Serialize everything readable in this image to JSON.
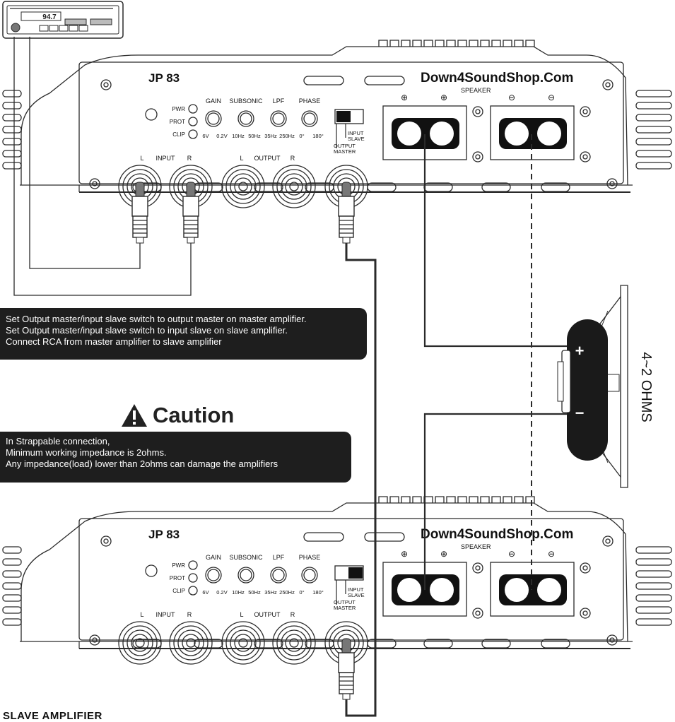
{
  "head_unit": {
    "display": "94.7"
  },
  "amplifiers": [
    {
      "model": "JP 83",
      "brand": "Down4SoundShop.Com",
      "speaker_label": "SPEAKER",
      "leds": [
        "PWR",
        "PROT",
        "CLIP"
      ],
      "knobs": [
        {
          "name": "GAIN",
          "min": "6V",
          "max": "0.2V"
        },
        {
          "name": "SUBSONIC",
          "min": "10Hz",
          "max": "50Hz"
        },
        {
          "name": "LPF",
          "min": "35Hz",
          "max": "250Hz"
        },
        {
          "name": "PHASE",
          "min": "0°",
          "max": "180°"
        }
      ],
      "switch_labels": [
        "INPUT",
        "SLAVE",
        "OUTPUT",
        "MASTER"
      ],
      "switch_position": "OUTPUT MASTER",
      "input_label": "INPUT",
      "output_label": "OUTPUT",
      "channel_left": "L",
      "channel_right": "R",
      "pos_symbol": "⊕",
      "neg_symbol": "⊖"
    },
    {
      "model": "JP 83",
      "brand": "Down4SoundShop.Com",
      "speaker_label": "SPEAKER",
      "leds": [
        "PWR",
        "PROT",
        "CLIP"
      ],
      "knobs": [
        {
          "name": "GAIN",
          "min": "6V",
          "max": "0.2V"
        },
        {
          "name": "SUBSONIC",
          "min": "10Hz",
          "max": "50Hz"
        },
        {
          "name": "LPF",
          "min": "35Hz",
          "max": "250Hz"
        },
        {
          "name": "PHASE",
          "min": "0°",
          "max": "180°"
        }
      ],
      "switch_labels": [
        "INPUT",
        "SLAVE",
        "OUTPUT",
        "MASTER"
      ],
      "switch_position": "INPUT SLAVE",
      "input_label": "INPUT",
      "output_label": "OUTPUT",
      "channel_left": "L",
      "channel_right": "R",
      "pos_symbol": "⊕",
      "neg_symbol": "⊖"
    }
  ],
  "notes": {
    "switch_instructions": [
      "Set Output master/input slave switch to output master on master amplifier.",
      "Set Output master/input slave switch to input slave on slave amplifier.",
      "Connect RCA from master amplifier to slave amplifier"
    ],
    "caution_title": "Caution",
    "caution_lines": [
      "In Strappable connection,",
      "Minimum working impedance is 2ohms.",
      "Any impedance(load) lower than 2ohms can damage the amplifiers"
    ]
  },
  "speaker": {
    "plus": "+",
    "minus": "−",
    "impedance": "4~2 OHMS"
  },
  "slave_label": "SLAVE AMPLIFIER",
  "colors": {
    "line": "#2a2a2a",
    "note_bg": "#1e1e1e",
    "terminal": "#111111"
  }
}
